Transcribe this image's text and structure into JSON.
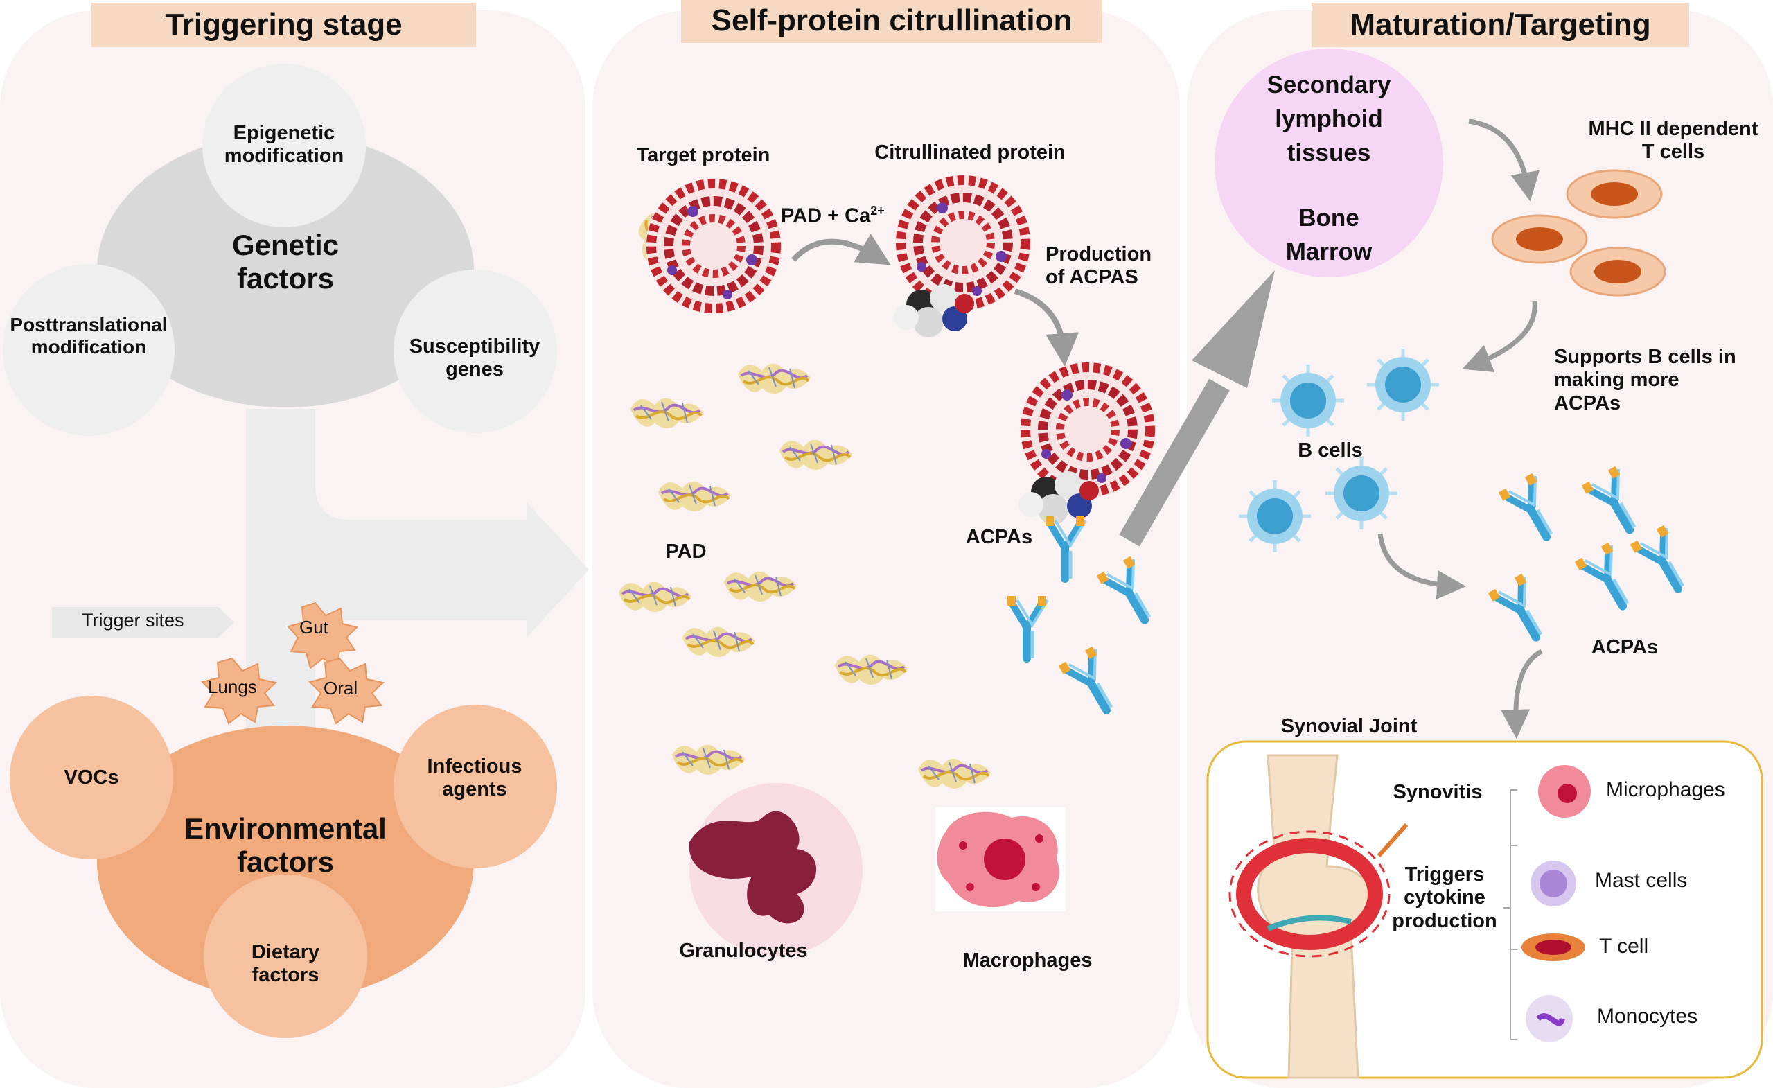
{
  "triggering": {
    "header": "Triggering stage",
    "genetic": {
      "title_line1": "Genetic",
      "title_line2": "factors",
      "epigenetic_line1": "Epigenetic",
      "epigenetic_line2": "modification",
      "posttranslational_line1": "Posttranslational",
      "posttranslational_line2": "modification",
      "susceptibility_line1": "Susceptibility",
      "susceptibility_line2": "genes"
    },
    "trigger_sites_label": "Trigger sites",
    "sites": [
      "Gut",
      "Lungs",
      "Oral"
    ],
    "environmental": {
      "title_line1": "Environmental",
      "title_line2": "factors",
      "vocs": "VOCs",
      "infectious_line1": "Infectious",
      "infectious_line2": "agents",
      "dietary_line1": "Dietary",
      "dietary_line2": "factors"
    }
  },
  "citrullination": {
    "header": "Self-protein citrullination",
    "target_protein": "Target protein",
    "citrullinated_protein": "Citrullinated protein",
    "pad_ca": "PAD + Ca",
    "pad_ca_sup": "2+",
    "production_line1": "Production",
    "production_line2": "of ACPAS",
    "pad": "PAD",
    "acpas": "ACPAs",
    "granulocytes": "Granulocytes",
    "macrophages": "Macrophages"
  },
  "maturation": {
    "header": "Maturation/Targeting",
    "secondary_line1": "Secondary",
    "secondary_line2": "lymphoid",
    "secondary_line3": "tissues",
    "bone_line1": "Bone",
    "bone_line2": "Marrow",
    "mhc_line1": "MHC II dependent",
    "mhc_line2": "T cells",
    "supports_line1": "Supports B cells in",
    "supports_line2": "making more",
    "supports_line3": "ACPAs",
    "b_cells": "B cells",
    "acpas": "ACPAs",
    "synovial_joint": "Synovial Joint",
    "synovitis": "Synovitis",
    "triggers_line1": "Triggers",
    "triggers_line2": "cytokine",
    "triggers_line3": "production",
    "cells": [
      "Microphages",
      "Mast cells",
      "T cell",
      "Monocytes"
    ]
  },
  "colors": {
    "genetic_gray": "#d9d9d9",
    "environmental_orange": "#f0a97a",
    "panel_bg": "#fbf3f3",
    "header_bg": "#f6d9c3",
    "b_cell_blue": "#3d9fd0",
    "antibody_blue": "#3aa3d6",
    "joint_border": "#e8b93a"
  }
}
